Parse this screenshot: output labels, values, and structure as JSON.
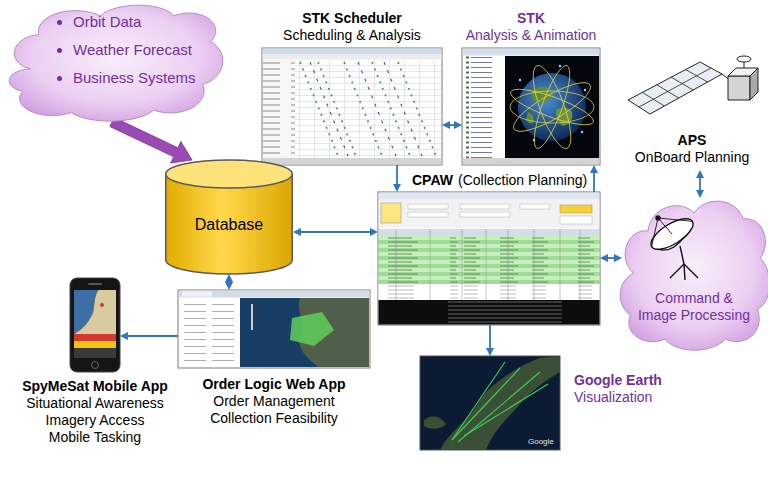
{
  "diagram": {
    "nodes": [
      {
        "text": [
          "Orbit Data",
          "Weather Forecast",
          "Business Systems"
        ]
      },
      {
        "text": [
          "STK Scheduler",
          "Scheduling & Analysis"
        ]
      },
      {
        "text": [
          "STK",
          "Analysis & Animation"
        ]
      },
      {
        "text": [
          "APS",
          "OnBoard Planning"
        ]
      },
      {
        "text": [
          "Database"
        ]
      },
      {
        "text": [
          "CPAW",
          "(Collection Planning)"
        ]
      },
      {
        "text": [
          "Command & Image Processing"
        ]
      },
      {
        "text": [
          "SpyMeSat Mobile App",
          "Situational Awareness",
          "Imagery Access",
          "Mobile Tasking"
        ]
      },
      {
        "text": [
          "Order Logic Web App",
          "Order Management",
          "Collection Feasibility"
        ]
      },
      {
        "text": [
          "Google Earth",
          "Visualization"
        ]
      }
    ],
    "edges": [
      {
        "from": 0,
        "to": 4,
        "arrow": "to"
      },
      {
        "from": 1,
        "to": 2,
        "arrow": "both"
      },
      {
        "from": 1,
        "to": 5,
        "arrow": "to"
      },
      {
        "from": 5,
        "to": 2,
        "arrow": "to"
      },
      {
        "from": 4,
        "to": 5,
        "arrow": "both"
      },
      {
        "from": 4,
        "to": 8,
        "arrow": "both"
      },
      {
        "from": 3,
        "to": 6,
        "arrow": "both"
      },
      {
        "from": 5,
        "to": 6,
        "arrow": "both"
      },
      {
        "from": 5,
        "to": 9,
        "arrow": "to"
      },
      {
        "from": 8,
        "to": 7,
        "arrow": "to"
      }
    ],
    "labels": [
      "Google"
    ]
  }
}
